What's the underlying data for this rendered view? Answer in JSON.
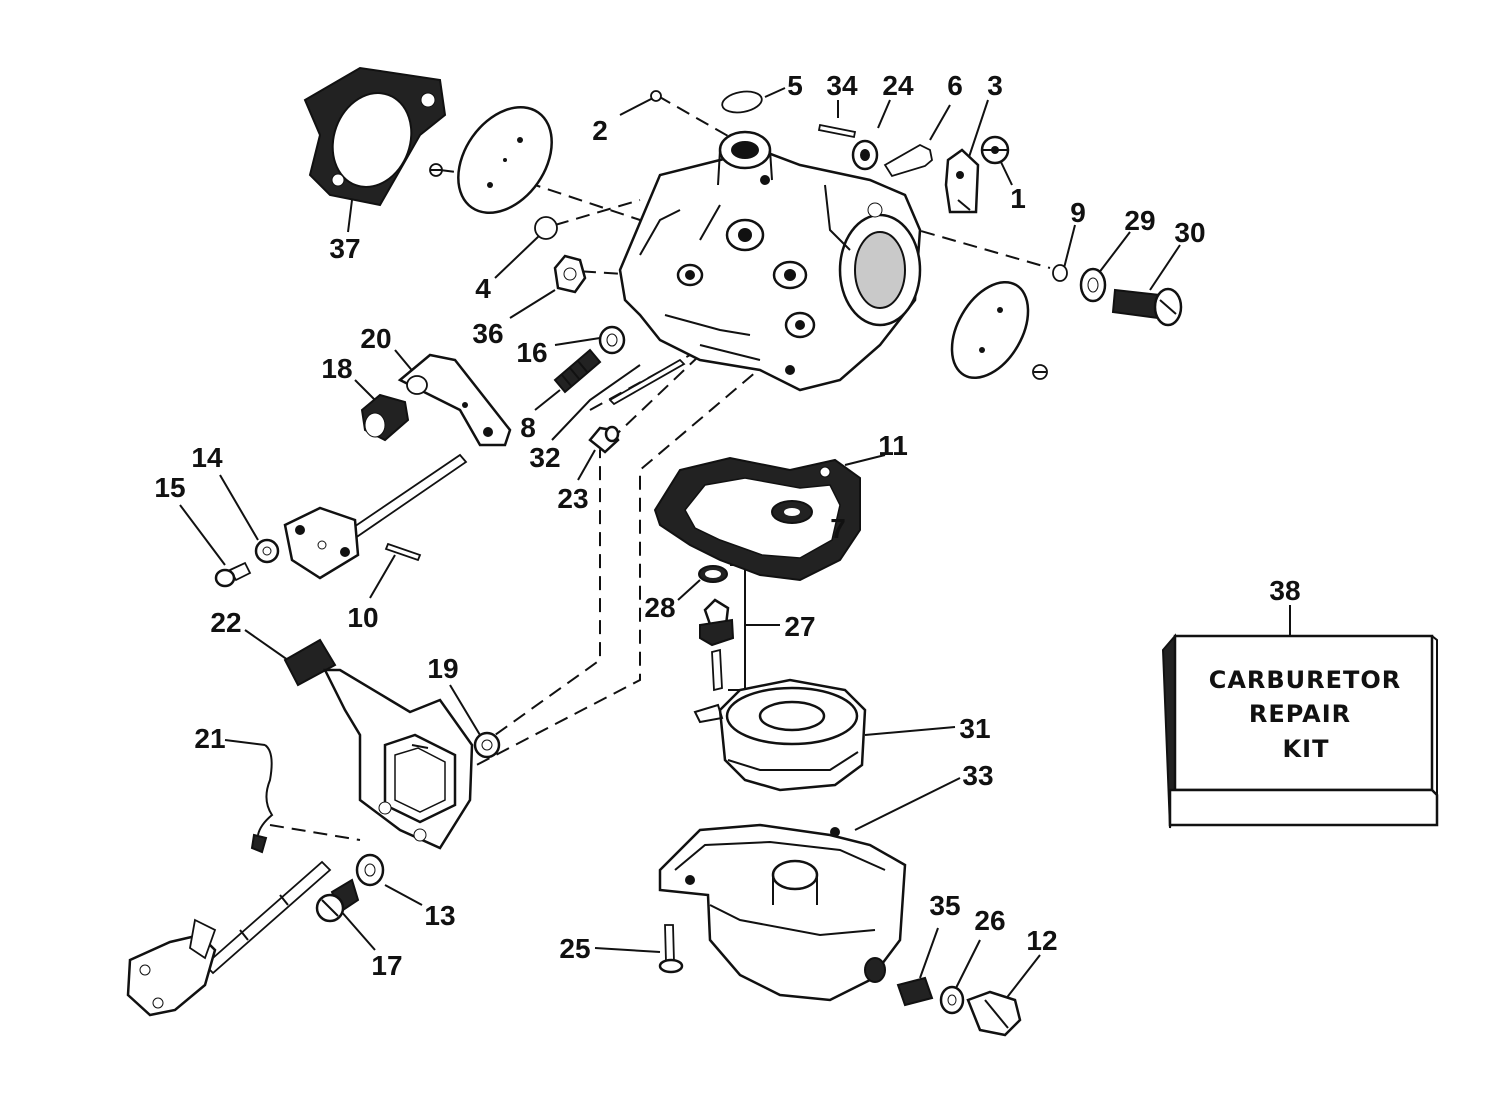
{
  "diagram": {
    "callouts": {
      "c1": "1",
      "c2": "2",
      "c3": "3",
      "c4": "4",
      "c5": "5",
      "c6": "6",
      "c7": "7",
      "c8": "8",
      "c9": "9",
      "c10": "10",
      "c11": "11",
      "c12": "12",
      "c13": "13",
      "c14": "14",
      "c15": "15",
      "c16": "16",
      "c17": "17",
      "c18": "18",
      "c19": "19",
      "c20": "20",
      "c21": "21",
      "c22": "22",
      "c23": "23",
      "c24": "24",
      "c25": "25",
      "c26": "26",
      "c27": "27",
      "c28": "28",
      "c29": "29",
      "c30": "30",
      "c31": "31",
      "c32": "32",
      "c33": "33",
      "c34": "34",
      "c35": "35",
      "c36": "36",
      "c37": "37",
      "c38": "38"
    },
    "kit_box": {
      "line1": "CARBURETOR",
      "line2": "REPAIR",
      "line3": "KIT"
    }
  }
}
